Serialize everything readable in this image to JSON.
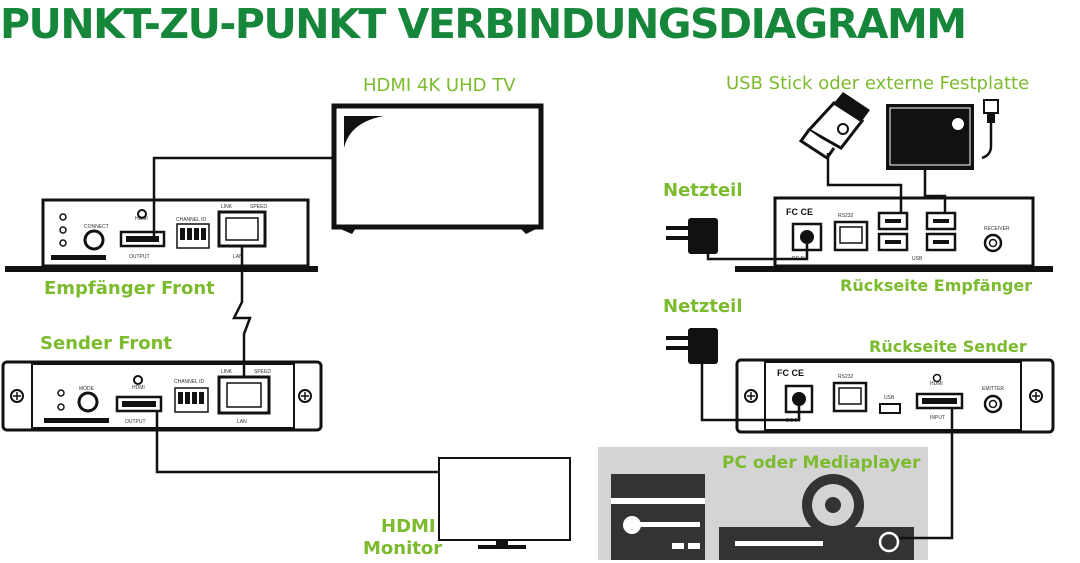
{
  "title": "PUNKT-ZU-PUNKT VERBINDUNGSDIAGRAMM",
  "labels": {
    "tv": "HDMI 4K UHD TV",
    "receiver_front": "Empfänger Front",
    "sender_front": "Sender Front",
    "monitor_line1": "HDMI",
    "monitor_line2": "Monitor",
    "usb": "USB Stick oder externe Festplatte",
    "psu_receiver": "Netzteil",
    "receiver_back": "Rückseite Empfänger",
    "psu_sender": "Netzteil",
    "sender_back": "Rückseite Sender",
    "pc": "PC oder Mediaplayer"
  },
  "panel_text": {
    "connect": "CONNECT",
    "mode": "MODE",
    "hdmi": "HDMI",
    "output": "OUTPUT",
    "input": "INPUT",
    "channel_id": "CHANNEL ID",
    "link": "LINK",
    "speed": "SPEED",
    "lan": "LAN",
    "rs232": "RS232",
    "usb": "USB",
    "receiver": "RECEIVER",
    "emitter": "EMITTER",
    "dc5v": "DC 5V",
    "fcce": "FC CE"
  }
}
